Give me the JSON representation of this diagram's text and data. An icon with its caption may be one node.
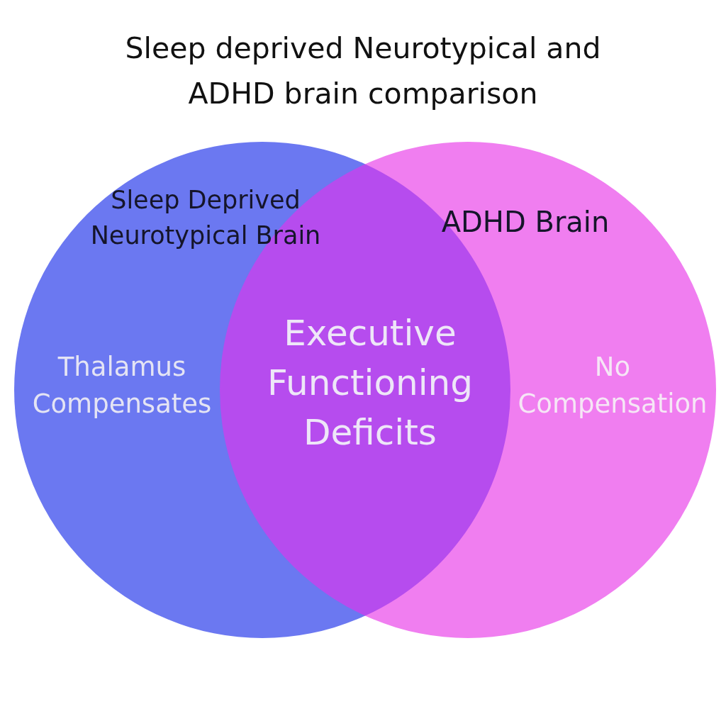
{
  "diagram": {
    "title": "Sleep deprived Neurotypical and ADHD brain comparison",
    "nodes": [
      {
        "text": [
          "Sleep Deprived Neurotypical Brain",
          "Thalamus Compensates"
        ]
      },
      {
        "text": [
          "ADHD Brain",
          "No Compensation"
        ]
      }
    ],
    "labels": [
      "Executive Functioning Deficits"
    ]
  }
}
